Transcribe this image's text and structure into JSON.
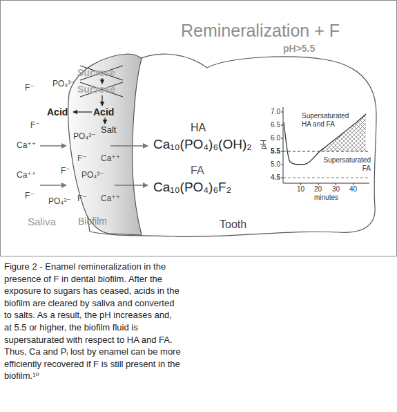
{
  "diagram": {
    "title": "Remineralization + F",
    "caption": "Figure 2 - Enamel remineralization in the presence of F in dental biofilm. After the exposure to sugars has ceased, acids in the biofilm are cleared by saliva and converted to salts. As a result, the pH increases and, at 5.5 or higher, the biofilm fluid is supersaturated with respect to HA and FA. Thus, Ca and Pᵢ lost by enamel can be more efficiently recovered if F is still present in the biofilm.¹⁰",
    "nodes": [
      {
        "text": [
          "Biofilm"
        ]
      },
      {
        "text": [
          "Tooth"
        ]
      }
    ],
    "labels": [
      "pH>5.5",
      "Sucrose",
      "Sucrose",
      "Acid",
      "Acid",
      "Salt",
      "HA",
      "Ca₁₀(PO₄)₆(OH)₂",
      "FA",
      "Ca₁₀(PO₄)₆F₂",
      "F⁻",
      "PO₄³⁻",
      "F⁻",
      "Ca⁺⁺",
      "PO₄³⁻",
      "F⁻",
      "Ca⁺⁺",
      "Ca⁺⁺",
      "F⁻",
      "PO₄³⁻",
      "F⁻",
      "PO₄³⁻",
      "F⁻",
      "Ca⁺⁺",
      "Saliva",
      "7.0",
      "6.5",
      "6.0",
      "5.5",
      "5.0",
      "4.5",
      "pH",
      "10",
      "20",
      "30",
      "40",
      "minutes",
      "Supersaturated HA and FA",
      "Supersaturated FA"
    ]
  }
}
